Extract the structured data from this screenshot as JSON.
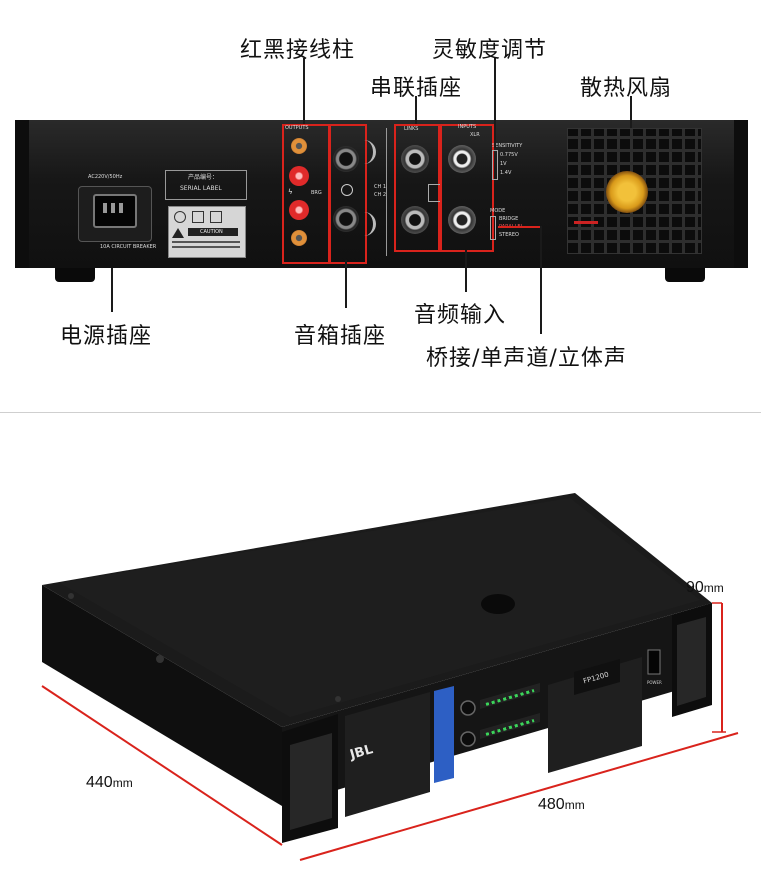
{
  "callouts": {
    "red_black_terminals": "红黑接线柱",
    "sensitivity_adjust": "灵敏度调节",
    "series_socket": "串联插座",
    "cooling_fan": "散热风扇",
    "power_socket": "电源插座",
    "speaker_socket": "音箱插座",
    "audio_input": "音频输入",
    "mode_switch": "桥接/单声道/立体声"
  },
  "rear_panel": {
    "outputs": "OUTPUTS",
    "inputs": "INPUTS",
    "xlr": "XLR",
    "links": "LINKS",
    "sensitivity": "SENSITIVITY",
    "sens_options": [
      "0.775V",
      "1V",
      "1.4V"
    ],
    "mode": "MODE",
    "mode_options": [
      "BRIDGE",
      "PARALLEL",
      "STEREO"
    ],
    "serial_title": "产品编号：",
    "serial_label": "SERIAL LABEL",
    "ac_input": "AC220V/50Hz",
    "breaker": "10A CIRCUIT BREAKER",
    "caution": "CAUTION",
    "ch1": "CH 1",
    "ch2": "CH 2",
    "brg": "BRG"
  },
  "front_panel": {
    "brand": "JBL",
    "model": "FP1200",
    "power": "POWER"
  },
  "dimensions": {
    "height": "90",
    "depth": "440",
    "width": "480",
    "unit": "mm"
  },
  "colors": {
    "highlight": "#d9231c",
    "panel": "#151515",
    "accent_blue": "#2d5fc4"
  }
}
